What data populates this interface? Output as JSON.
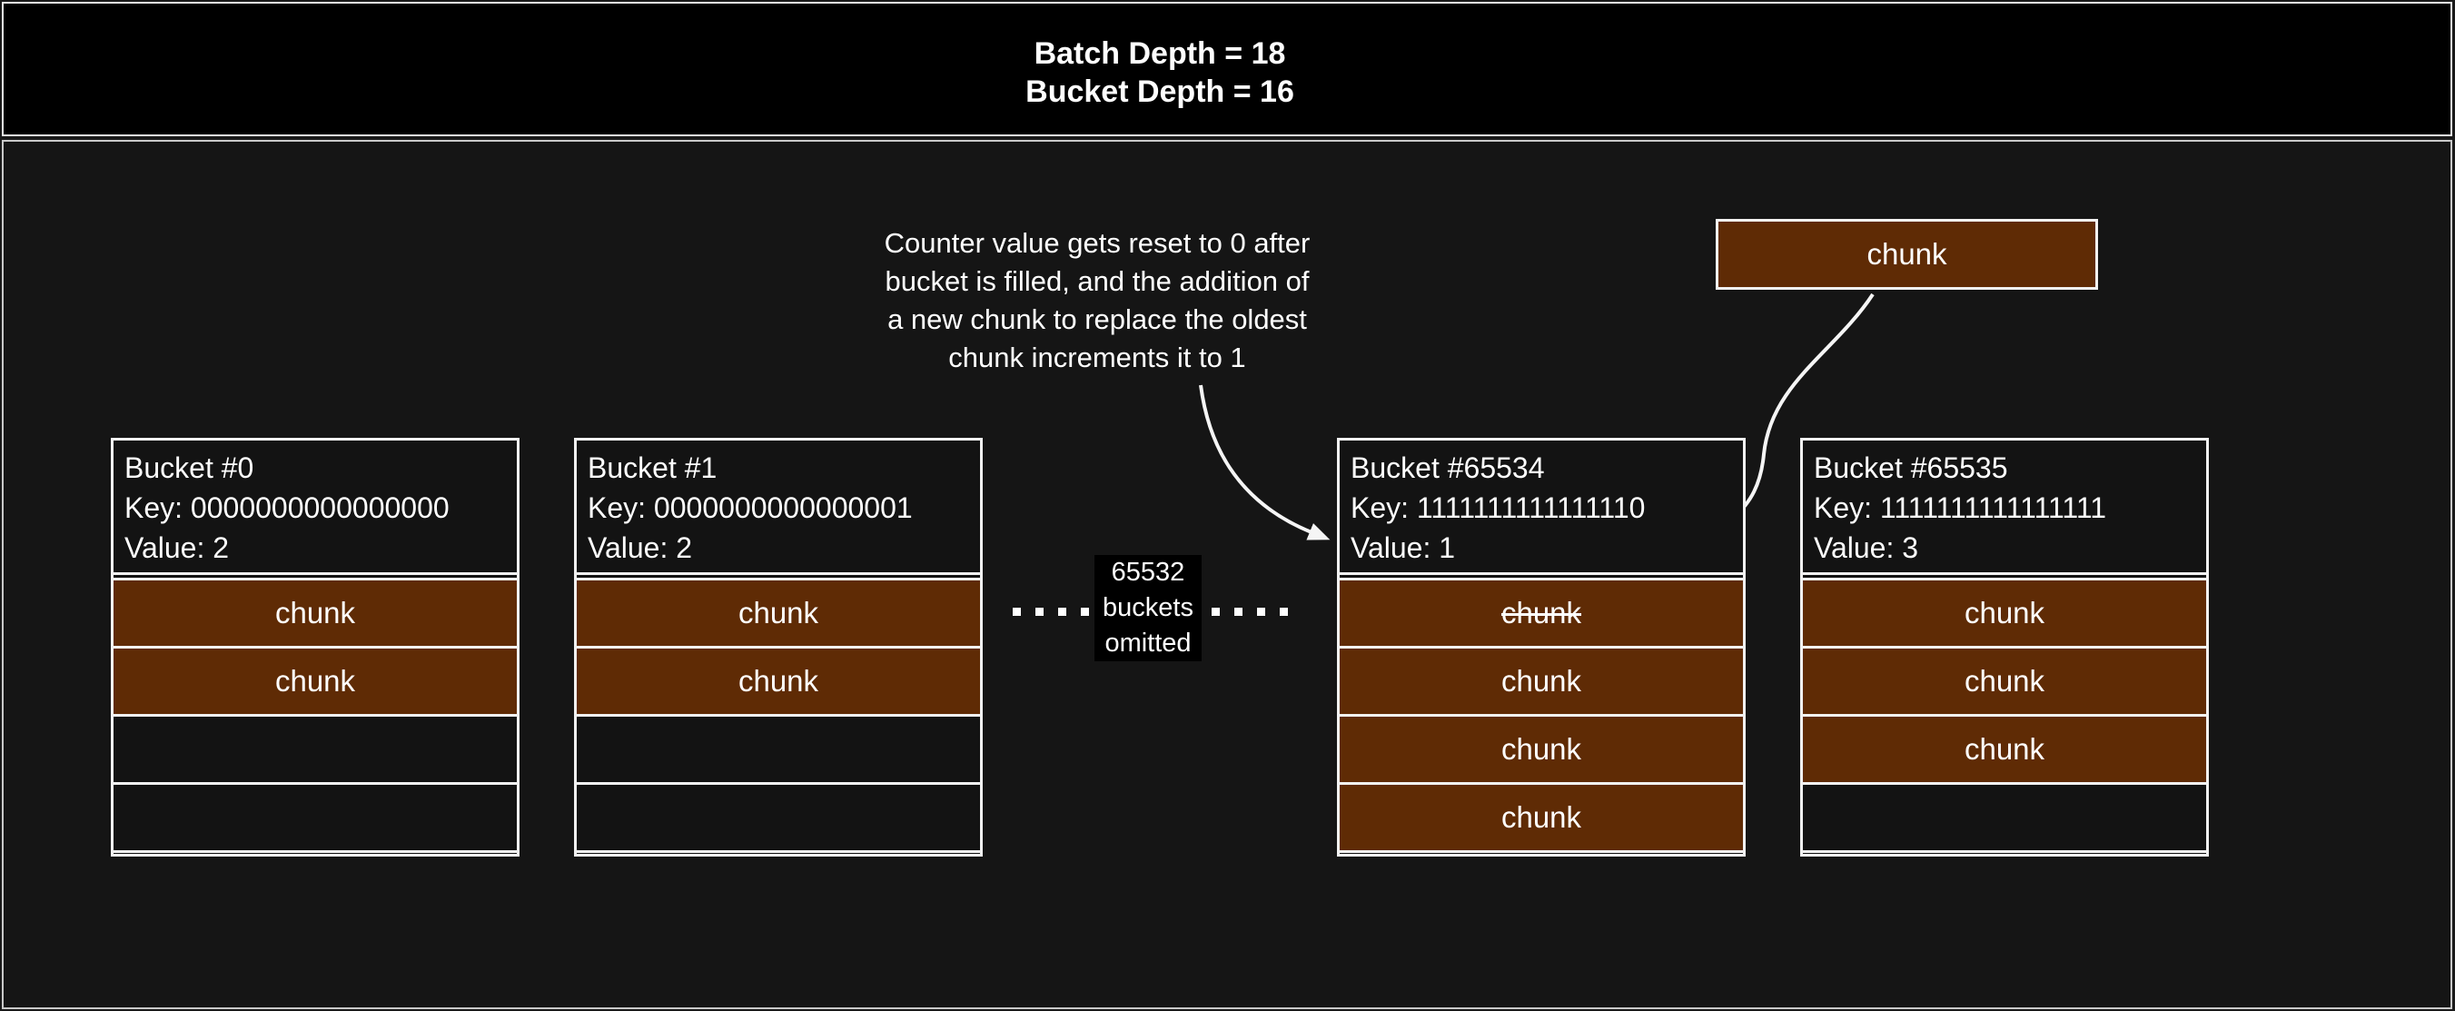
{
  "header": {
    "title_line1": "Batch Depth = 18",
    "title_line2": "Bucket Depth = 16"
  },
  "annotation": {
    "lines": [
      "Counter value gets reset to 0 after",
      "bucket is filled, and the addition of",
      "a new chunk to replace the oldest",
      "chunk increments it to 1"
    ]
  },
  "omitted": {
    "lines": [
      "65532",
      "buckets",
      "omitted"
    ]
  },
  "floating_chunk": {
    "label": "chunk"
  },
  "buckets": [
    {
      "title": "Bucket #0",
      "key": "Key: 0000000000000000",
      "value": "Value: 2",
      "slots": [
        {
          "label": "chunk",
          "filled": true,
          "struck": false
        },
        {
          "label": "chunk",
          "filled": true,
          "struck": false
        },
        {
          "label": "",
          "filled": false,
          "struck": false
        },
        {
          "label": "",
          "filled": false,
          "struck": false
        }
      ]
    },
    {
      "title": "Bucket #1",
      "key": "Key: 0000000000000001",
      "value": "Value: 2",
      "slots": [
        {
          "label": "chunk",
          "filled": true,
          "struck": false
        },
        {
          "label": "chunk",
          "filled": true,
          "struck": false
        },
        {
          "label": "",
          "filled": false,
          "struck": false
        },
        {
          "label": "",
          "filled": false,
          "struck": false
        }
      ]
    },
    {
      "title": "Bucket #65534",
      "key": "Key: 1111111111111110",
      "value": "Value: 1",
      "slots": [
        {
          "label": "chunk",
          "filled": true,
          "struck": true
        },
        {
          "label": "chunk",
          "filled": true,
          "struck": false
        },
        {
          "label": "chunk",
          "filled": true,
          "struck": false
        },
        {
          "label": "chunk",
          "filled": true,
          "struck": false
        }
      ]
    },
    {
      "title": "Bucket #65535",
      "key": "Key: 1111111111111111",
      "value": "Value: 3",
      "slots": [
        {
          "label": "chunk",
          "filled": true,
          "struck": false
        },
        {
          "label": "chunk",
          "filled": true,
          "struck": false
        },
        {
          "label": "chunk",
          "filled": true,
          "struck": false
        },
        {
          "label": "",
          "filled": false,
          "struck": false
        }
      ]
    }
  ],
  "colors": {
    "chunk_fill": "#5F2B05",
    "box_border": "#F2F2F2",
    "header_bg": "#000000",
    "canvas_bg": "#151515",
    "label_bg": "#000000",
    "text": "#FFFFFF"
  }
}
